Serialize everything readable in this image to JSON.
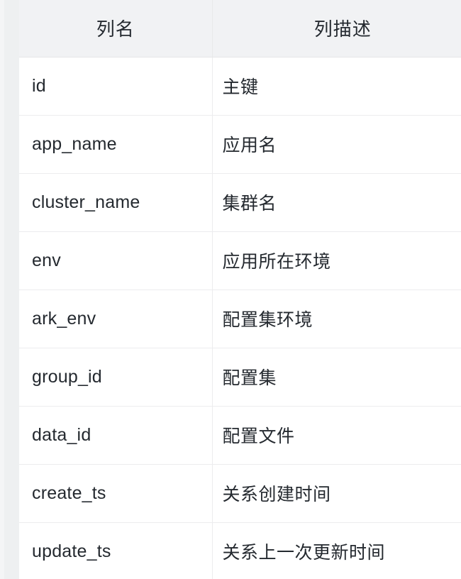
{
  "table": {
    "columns": [
      {
        "key": "name",
        "header": "列名"
      },
      {
        "key": "desc",
        "header": "列描述"
      }
    ],
    "rows": [
      {
        "name": "id",
        "desc": "主键"
      },
      {
        "name": "app_name",
        "desc": "应用名"
      },
      {
        "name": "cluster_name",
        "desc": "集群名"
      },
      {
        "name": "env",
        "desc": "应用所在环境"
      },
      {
        "name": "ark_env",
        "desc": "配置集环境"
      },
      {
        "name": "group_id",
        "desc": "配置集"
      },
      {
        "name": "data_id",
        "desc": "配置文件"
      },
      {
        "name": "create_ts",
        "desc": "关系创建时间"
      },
      {
        "name": "update_ts",
        "desc": "关系上一次更新时间"
      }
    ]
  },
  "colors": {
    "page_background": "#eef0f1",
    "header_background": "#f1f2f4",
    "row_background": "#ffffff",
    "border": "#ececee",
    "text": "#24292f"
  }
}
